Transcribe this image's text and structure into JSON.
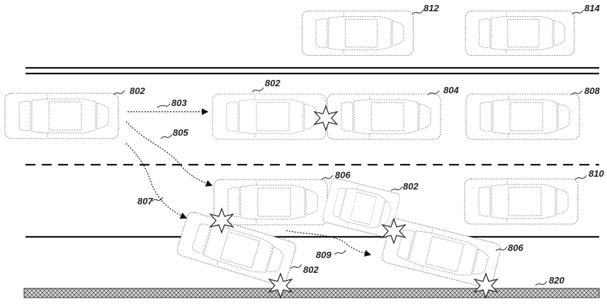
{
  "reference_numerals": {
    "vehicle_812": "812",
    "vehicle_814": "814",
    "vehicle_802_start": "802",
    "path_803": "803",
    "path_805": "805",
    "path_807": "807",
    "vehicle_802_ghost": "802",
    "vehicle_804": "804",
    "vehicle_808": "808",
    "vehicle_806_top": "806",
    "vehicle_802_right": "802",
    "vehicle_810": "810",
    "path_809": "809",
    "vehicle_802_bottom": "802",
    "vehicle_806_bottom": "806",
    "barrier_820": "820"
  },
  "colors": {
    "line": "#111111",
    "car_outline": "#8a8a8a",
    "barrier_fill": "#d9d9d9"
  }
}
